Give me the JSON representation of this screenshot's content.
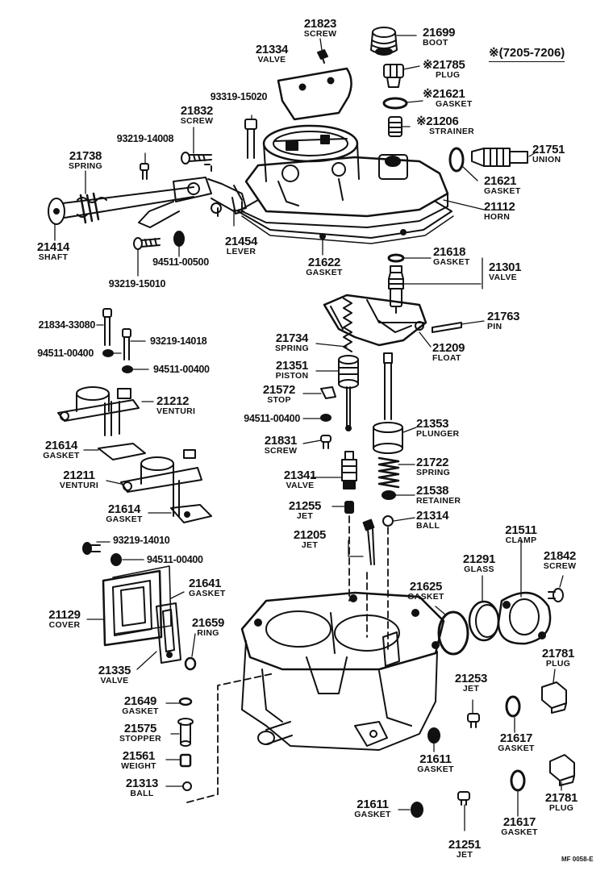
{
  "note": "※(7205-7206)",
  "diagram_code": "MF 0058-E",
  "labels": {
    "p21823": {
      "num": "21823",
      "name": "SCREW"
    },
    "p21699": {
      "num": "21699",
      "name": "BOOT"
    },
    "p21334": {
      "num": "21334",
      "name": "VALVE"
    },
    "p21785": {
      "num": "21785",
      "name": "PLUG"
    },
    "p21621a": {
      "num": "21621",
      "name": "GASKET"
    },
    "p21206": {
      "num": "21206",
      "name": "STRAINER"
    },
    "p93319": {
      "num": "93319-15020",
      "name": ""
    },
    "p21832": {
      "num": "21832",
      "name": "SCREW"
    },
    "p93219_14008": {
      "num": "93219-14008",
      "name": ""
    },
    "p21738": {
      "num": "21738",
      "name": "SPRING"
    },
    "p21751": {
      "num": "21751",
      "name": "UNION"
    },
    "p21621b": {
      "num": "21621",
      "name": "GASKET"
    },
    "p21112": {
      "num": "21112",
      "name": "HORN"
    },
    "p21414": {
      "num": "21414",
      "name": "SHAFT"
    },
    "p21454": {
      "num": "21454",
      "name": "LEVER"
    },
    "p94511_00500": {
      "num": "94511-00500",
      "name": ""
    },
    "p93219_15010": {
      "num": "93219-15010",
      "name": ""
    },
    "p21622": {
      "num": "21622",
      "name": "GASKET"
    },
    "p21618": {
      "num": "21618",
      "name": "GASKET"
    },
    "p21301": {
      "num": "21301",
      "name": "VALVE"
    },
    "p21834": {
      "num": "21834-33080",
      "name": ""
    },
    "p93219_14018": {
      "num": "93219-14018",
      "name": ""
    },
    "p94511_00400a": {
      "num": "94511-00400",
      "name": ""
    },
    "p94511_00400b": {
      "num": "94511-00400",
      "name": ""
    },
    "p21763": {
      "num": "21763",
      "name": "PIN"
    },
    "p21734": {
      "num": "21734",
      "name": "SPRING"
    },
    "p21209": {
      "num": "21209",
      "name": "FLOAT"
    },
    "p21351": {
      "num": "21351",
      "name": "PISTON"
    },
    "p21572": {
      "num": "21572",
      "name": "STOP"
    },
    "p21212": {
      "num": "21212",
      "name": "VENTURI"
    },
    "p94511_00400c": {
      "num": "94511-00400",
      "name": ""
    },
    "p21353": {
      "num": "21353",
      "name": "PLUNGER"
    },
    "p21614a": {
      "num": "21614",
      "name": "GASKET"
    },
    "p21831": {
      "num": "21831",
      "name": "SCREW"
    },
    "p21211": {
      "num": "21211",
      "name": "VENTURI"
    },
    "p21341": {
      "num": "21341",
      "name": "VALVE"
    },
    "p21722": {
      "num": "21722",
      "name": "SPRING"
    },
    "p21538": {
      "num": "21538",
      "name": "RETAINER"
    },
    "p21614b": {
      "num": "21614",
      "name": "GASKET"
    },
    "p21255": {
      "num": "21255",
      "name": "JET"
    },
    "p21314": {
      "num": "21314",
      "name": "BALL"
    },
    "p21511": {
      "num": "21511",
      "name": "CLAMP"
    },
    "p93219_14010": {
      "num": "93219-14010",
      "name": ""
    },
    "p21205": {
      "num": "21205",
      "name": "JET"
    },
    "p21291": {
      "num": "21291",
      "name": "GLASS"
    },
    "p21842": {
      "num": "21842",
      "name": "SCREW"
    },
    "p94511_00400d": {
      "num": "94511-00400",
      "name": ""
    },
    "p21641": {
      "num": "21641",
      "name": "GASKET"
    },
    "p21625": {
      "num": "21625",
      "name": "GASKET"
    },
    "p21129": {
      "num": "21129",
      "name": "COVER"
    },
    "p21659": {
      "num": "21659",
      "name": "RING"
    },
    "p21781a": {
      "num": "21781",
      "name": "PLUG"
    },
    "p21335": {
      "num": "21335",
      "name": "VALVE"
    },
    "p21253": {
      "num": "21253",
      "name": "JET"
    },
    "p21649": {
      "num": "21649",
      "name": "GASKET"
    },
    "p21575": {
      "num": "21575",
      "name": "STOPPER"
    },
    "p21617a": {
      "num": "21617",
      "name": "GASKET"
    },
    "p21611a": {
      "num": "21611",
      "name": "GASKET"
    },
    "p21561": {
      "num": "21561",
      "name": "WEIGHT"
    },
    "p21313": {
      "num": "21313",
      "name": "BALL"
    },
    "p21781b": {
      "num": "21781",
      "name": "PLUG"
    },
    "p21611b": {
      "num": "21611",
      "name": "GASKET"
    },
    "p21617b": {
      "num": "21617",
      "name": "GASKET"
    },
    "p21251": {
      "num": "21251",
      "name": "JET"
    }
  }
}
